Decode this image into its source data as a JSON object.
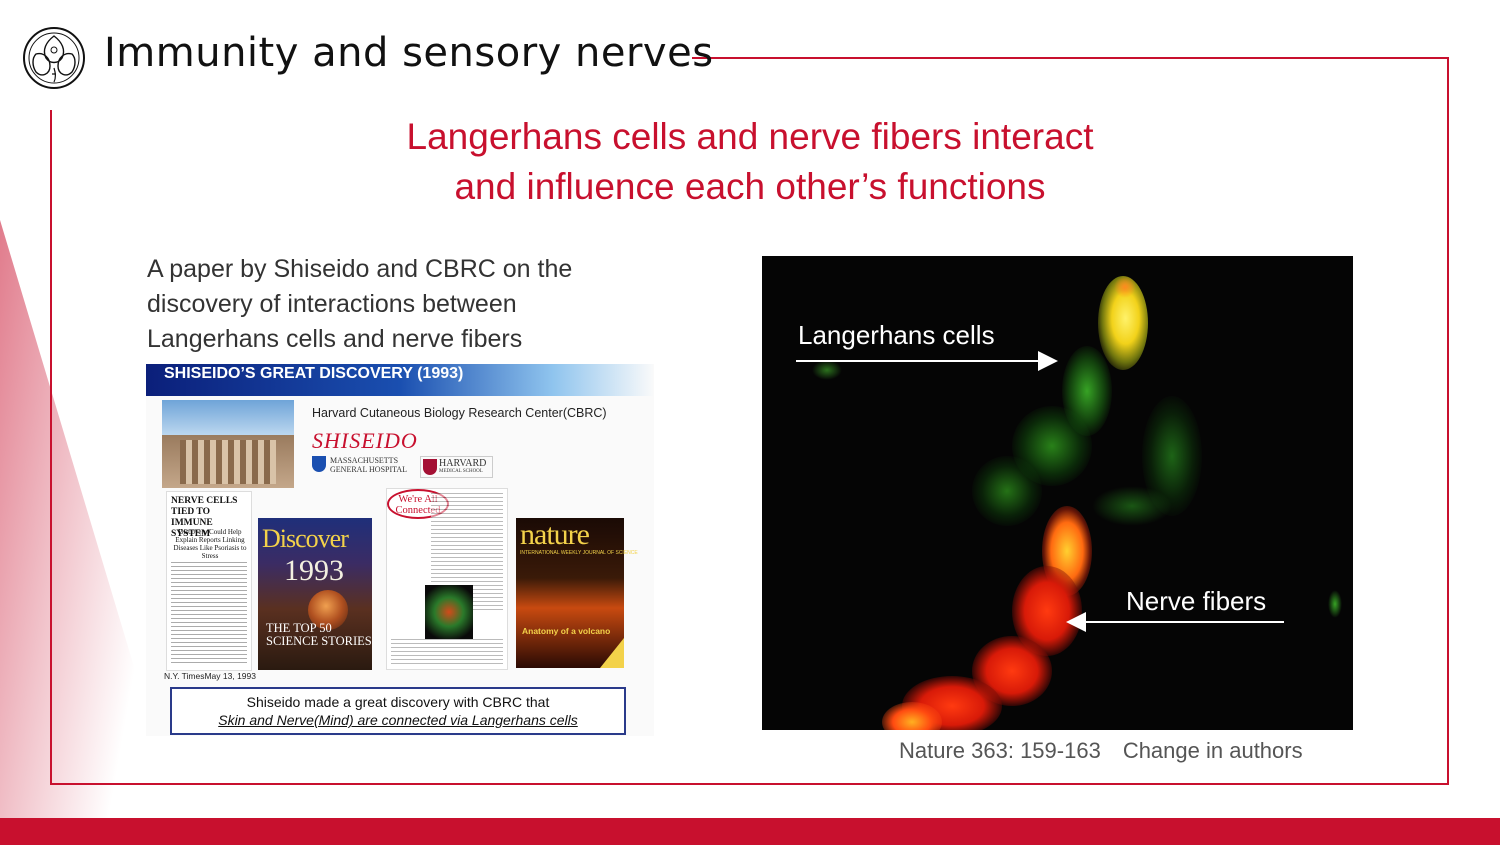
{
  "header": {
    "title": "Immunity and sensory nerves",
    "logo_icon": "shiseido-camellia-logo-icon"
  },
  "subtitle": {
    "line1": "Langerhans cells and nerve fibers interact",
    "line2": "and influence each other’s functions"
  },
  "paper_caption": {
    "line1": "A paper by Shiseido and CBRC on the",
    "line2": "discovery of interactions between",
    "line3": "Langerhans cells and nerve fibers"
  },
  "collage": {
    "banner": "SHISEIDO’S GREAT DISCOVERY (1993)",
    "cbrc": "Harvard Cutaneous Biology Research Center(CBRC)",
    "shiseido": "SHISEIDO",
    "mgh": "MASSACHUSETTS GENERAL HOSPITAL",
    "harvard": "HARVARD",
    "harvard_sub": "MEDICAL SCHOOL",
    "nyt_headline": "NERVE CELLS TIED TO IMMUNE SYSTEM",
    "nyt_subhead": "Discovery Could Help Explain Reports Linking Diseases Like Psoriasis to Stress",
    "nyt_date": "N.Y. TimesMay 13, 1993",
    "discover_title": "Discover",
    "discover_year": "1993",
    "discover_sub": "THE TOP 50 SCIENCE STORIES",
    "connected": "We're All Connected",
    "nature_title": "nature",
    "nature_sub": "INTERNATIONAL WEEKLY JOURNAL OF SCIENCE",
    "nature_cover": "Anatomy of a volcano",
    "callout_line1": "Shiseido made a great discovery with CBRC that",
    "callout_line2": "Skin and Nerve(Mind) are connected via Langerhans cells"
  },
  "micrograph": {
    "label_langerhans": "Langerhans cells",
    "label_nerve": "Nerve fibers",
    "caption": "Nature 363: 159-163　Change in authors"
  },
  "colors": {
    "accent": "#c8102e",
    "callout_border": "#2a3a8a",
    "text": "#333333"
  }
}
